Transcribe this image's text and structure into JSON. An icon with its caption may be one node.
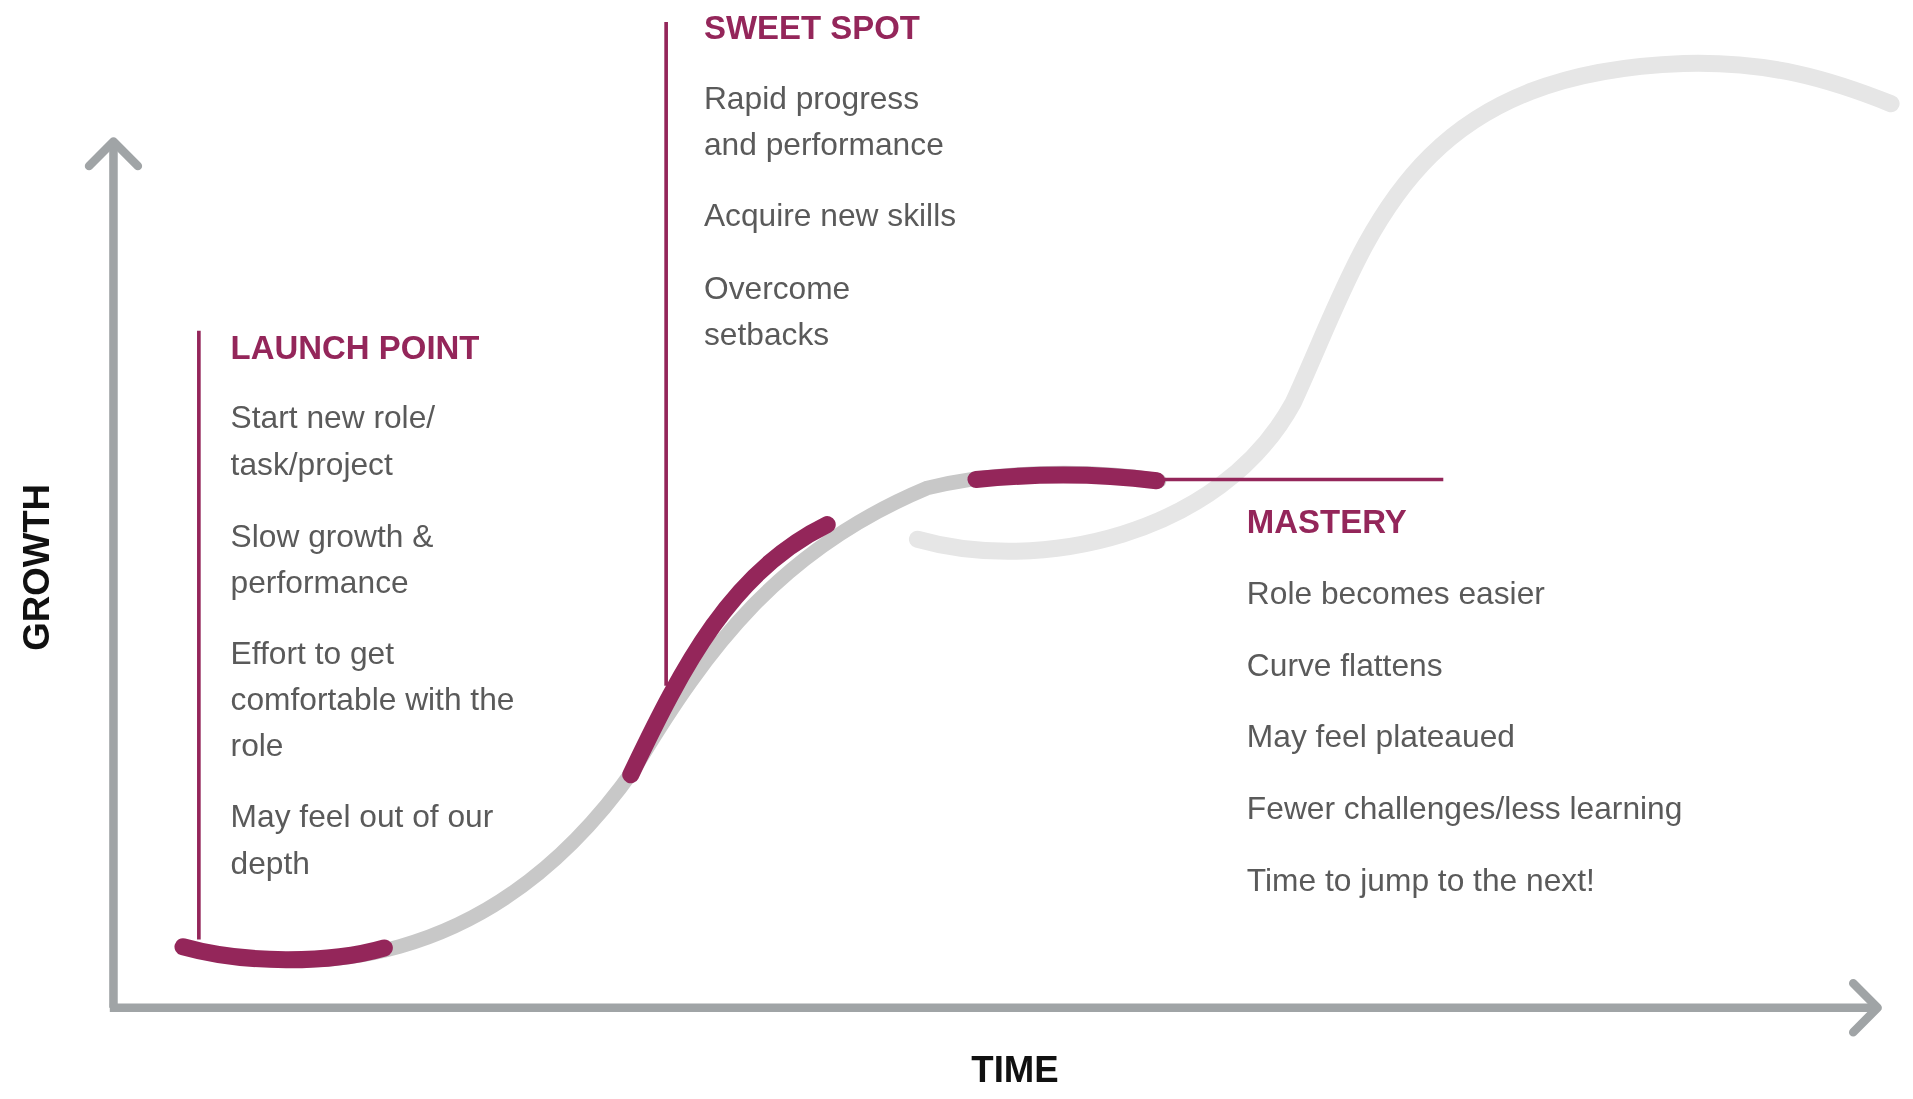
{
  "diagram": {
    "labels": [
      "GROWTH",
      "TIME",
      "LAUNCH POINT",
      "Start new role/ task/project",
      "Slow growth & performance",
      "Effort to get comfortable with the role",
      "May feel out of our depth",
      "SWEET SPOT",
      "Rapid progress and performance",
      "Acquire new skills",
      "Overcome setbacks",
      "MASTERY",
      "Role becomes easier",
      "Curve flattens",
      "May feel plateaued",
      "Fewer challenges/less learning",
      "Time to jump to the next!"
    ]
  }
}
